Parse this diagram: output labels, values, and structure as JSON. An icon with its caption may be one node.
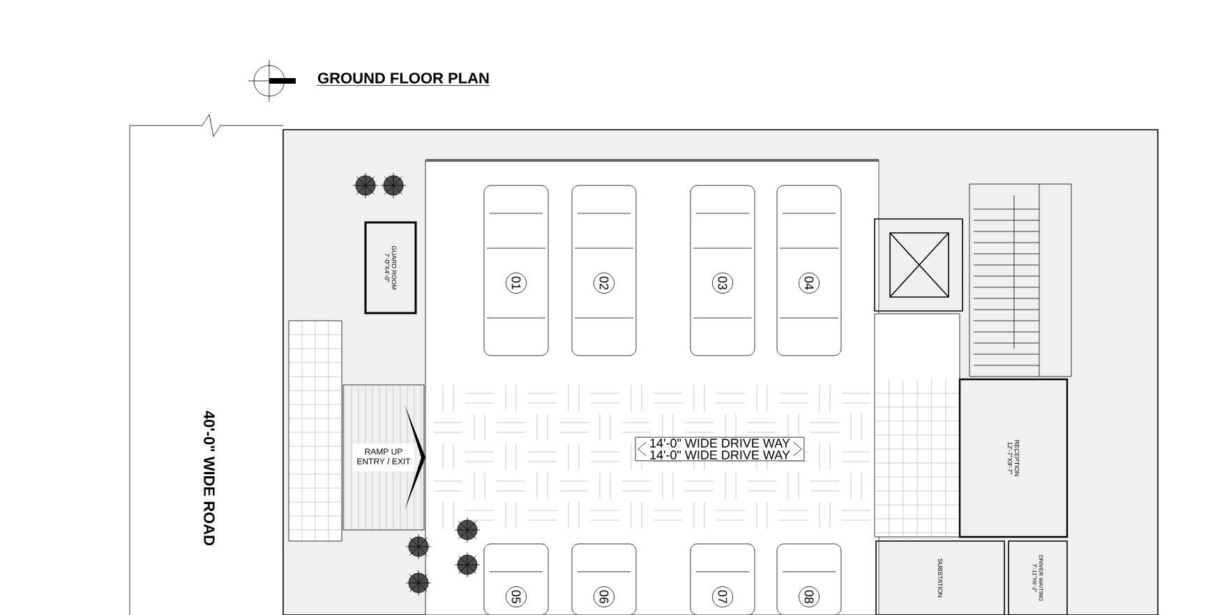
{
  "diagram": {
    "title": "GROUND FLOOR PLAN",
    "nodes": [
      {
        "text": [
          "GUARD ROOM",
          "7'-0\"X4'-0\""
        ]
      },
      {
        "text": [
          "RAMP UP",
          "ENTRY / EXIT"
        ]
      },
      {
        "text": [
          "14'-0\" WIDE DRIVE WAY",
          "14'-0\" WIDE DRIVE WAY"
        ]
      },
      {
        "text": [
          "RECEPTION",
          "12'-7\"X9'-7\""
        ]
      },
      {
        "text": [
          "SUBSTATION"
        ]
      },
      {
        "text": [
          "DRIVER WAITING",
          "7'-11\"X6'-2\""
        ]
      }
    ],
    "edges": [],
    "labels": [
      "40'-0\" WIDE ROAD",
      "01",
      "02",
      "03",
      "04",
      "05",
      "06",
      "07",
      "08"
    ]
  }
}
